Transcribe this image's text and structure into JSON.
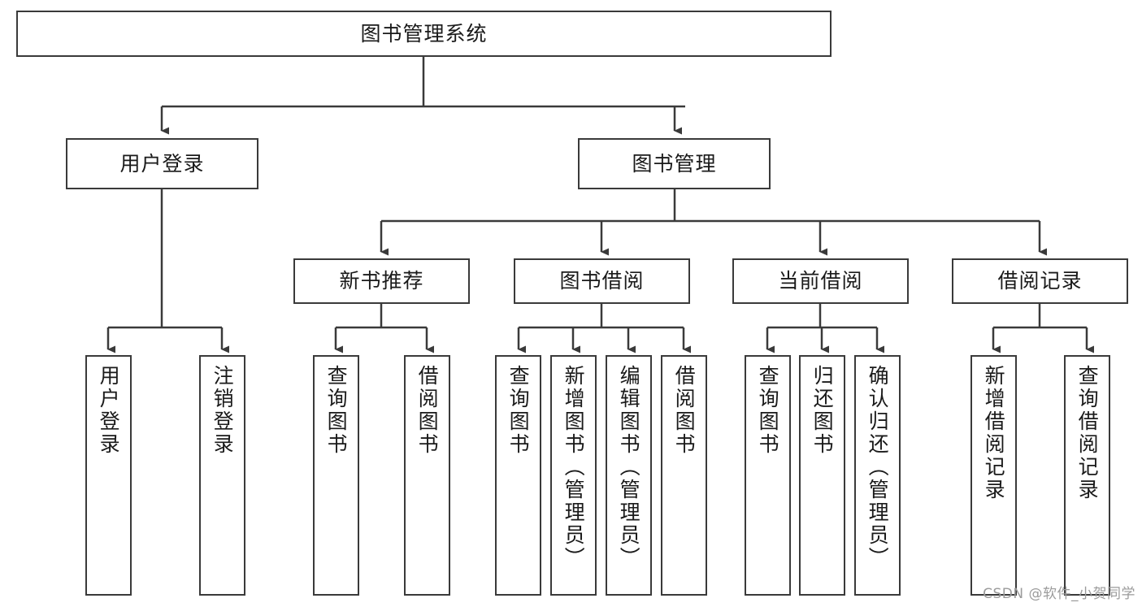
{
  "diagram": {
    "type": "tree-hierarchy-chart",
    "title": "图书管理系统",
    "orientation": "top-down",
    "line_color": "#3a3a3a",
    "box_fill": "#ffffff",
    "text_color": "#1a1a1a"
  },
  "nodes": {
    "root": {
      "label": "图书管理系统",
      "level": 1
    },
    "user_login": {
      "label": "用户登录",
      "level": 2
    },
    "book_mgmt": {
      "label": "图书管理",
      "level": 2
    },
    "new_book_rec": {
      "label": "新书推荐",
      "level": 3
    },
    "book_borrow": {
      "label": "图书借阅",
      "level": 3
    },
    "current_borrow": {
      "label": "当前借阅",
      "level": 3
    },
    "borrow_record": {
      "label": "借阅记录",
      "level": 3
    },
    "leaf_user_login": {
      "label": "用户登录",
      "level": 4
    },
    "leaf_logout": {
      "label": "注销登录",
      "level": 4
    },
    "leaf_query_book_1": {
      "label": "查询图书",
      "level": 4
    },
    "leaf_borrow_book_1": {
      "label": "借阅图书",
      "level": 4
    },
    "leaf_query_book_2": {
      "label": "查询图书",
      "level": 4
    },
    "leaf_add_book": {
      "label": "新增图书（管理员）",
      "level": 4
    },
    "leaf_edit_book": {
      "label": "编辑图书（管理员）",
      "level": 4
    },
    "leaf_borrow_book_2": {
      "label": "借阅图书",
      "level": 4
    },
    "leaf_query_book_3": {
      "label": "查询图书",
      "level": 4
    },
    "leaf_return_book": {
      "label": "归还图书",
      "level": 4
    },
    "leaf_confirm_return": {
      "label": "确认归还（管理员）",
      "level": 4
    },
    "leaf_add_record": {
      "label": "新增借阅记录",
      "level": 4
    },
    "leaf_query_record": {
      "label": "查询借阅记录",
      "level": 4
    }
  },
  "edges": [
    {
      "from": "root",
      "to": "user_login"
    },
    {
      "from": "root",
      "to": "book_mgmt"
    },
    {
      "from": "user_login",
      "to": "leaf_user_login"
    },
    {
      "from": "user_login",
      "to": "leaf_logout"
    },
    {
      "from": "book_mgmt",
      "to": "new_book_rec"
    },
    {
      "from": "book_mgmt",
      "to": "book_borrow"
    },
    {
      "from": "book_mgmt",
      "to": "current_borrow"
    },
    {
      "from": "book_mgmt",
      "to": "borrow_record"
    },
    {
      "from": "new_book_rec",
      "to": "leaf_query_book_1"
    },
    {
      "from": "new_book_rec",
      "to": "leaf_borrow_book_1"
    },
    {
      "from": "book_borrow",
      "to": "leaf_query_book_2"
    },
    {
      "from": "book_borrow",
      "to": "leaf_add_book"
    },
    {
      "from": "book_borrow",
      "to": "leaf_edit_book"
    },
    {
      "from": "book_borrow",
      "to": "leaf_borrow_book_2"
    },
    {
      "from": "current_borrow",
      "to": "leaf_query_book_3"
    },
    {
      "from": "current_borrow",
      "to": "leaf_return_book"
    },
    {
      "from": "current_borrow",
      "to": "leaf_confirm_return"
    },
    {
      "from": "borrow_record",
      "to": "leaf_add_record"
    },
    {
      "from": "borrow_record",
      "to": "leaf_query_record"
    }
  ],
  "watermark": {
    "text": "CSDN @软件_小贺同学"
  }
}
